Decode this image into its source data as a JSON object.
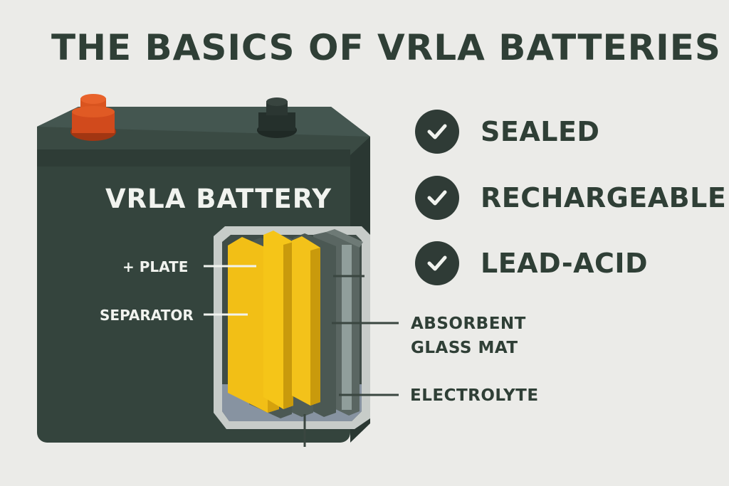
{
  "title": "THE BASICS OF VRLA BATTERIES",
  "battery": {
    "label": "VRLA BATTERY",
    "positive_terminal_icon": "red-terminal",
    "negative_terminal_icon": "black-terminal"
  },
  "callouts": {
    "plate": "+ PLATE",
    "separator": "SEPARATOR",
    "absorbent_line1": "ABSORBENT",
    "absorbent_line2": "GLASS MAT",
    "electrolyte": "ELECTROLYTE"
  },
  "features": [
    {
      "label": "SEALED",
      "icon": "check-icon"
    },
    {
      "label": "RECHARGEABLE",
      "icon": "check-icon"
    },
    {
      "label": "LEAD-ACID",
      "icon": "check-icon"
    }
  ],
  "colors": {
    "background": "#ebebe8",
    "battery_body": "#34443d",
    "terminal_positive": "#d14a1c",
    "plate_yellow": "#f2bf16",
    "text_dark": "#2f3f36"
  }
}
